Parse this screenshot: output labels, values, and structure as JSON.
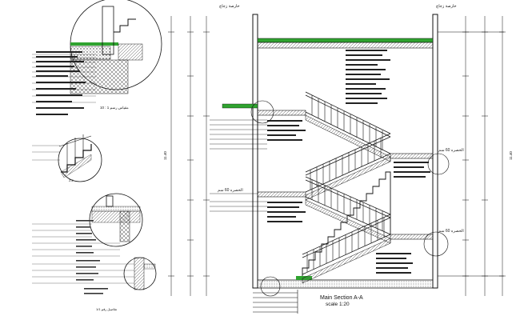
{
  "drawing": {
    "title": "Main Section  A-A",
    "scale": "scale 1:20",
    "top_labels": [
      "خارصة زجاج",
      "خارصة زجاج"
    ],
    "level_labels": [
      "الخصره 60 سم",
      "الخصره 60 سم",
      "الخصره 60 سم"
    ],
    "detail_captions": [
      "2-2",
      "تفاصيل رقم 1/1"
    ],
    "detail_scale": "مقياس رسم 1 : 10",
    "dimension_total": "11.40",
    "colors": {
      "line": "#1a1a1a",
      "green": "#2fa32f",
      "hatch": "#555555",
      "paper": "#ffffff"
    }
  }
}
